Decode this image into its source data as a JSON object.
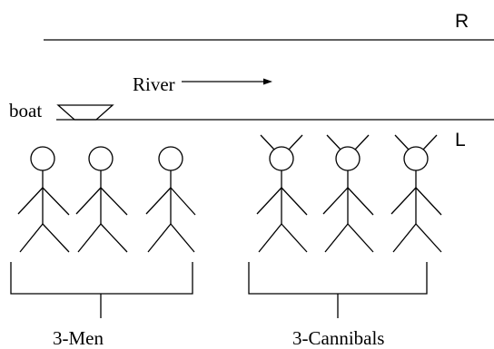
{
  "labels": {
    "right_bank": "R",
    "left_bank": "L",
    "river": "River",
    "boat": "boat",
    "men_group": "3-Men",
    "cannibals_group": "3-Cannibals"
  },
  "groups": {
    "men_count": 3,
    "cannibals_count": 3
  },
  "colors": {
    "stroke": "#000000",
    "background": "#ffffff"
  }
}
